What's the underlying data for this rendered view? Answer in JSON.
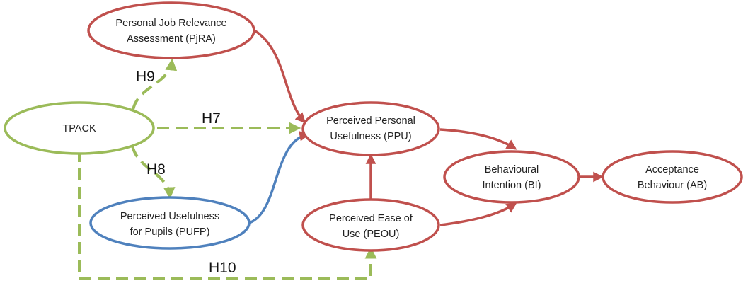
{
  "colors": {
    "red": "#c0504d",
    "green": "#9bbb59",
    "blue": "#4f81bd",
    "node_fill": "#ffffff"
  },
  "nodes": {
    "pjra": {
      "lines": [
        "Personal Job Relevance",
        "Assessment (PjRA)"
      ]
    },
    "tpack": {
      "lines": [
        "TPACK"
      ]
    },
    "pufp": {
      "lines": [
        "Perceived Usefulness",
        "for Pupils (PUFP)"
      ]
    },
    "ppu": {
      "lines": [
        "Perceived Personal",
        "Usefulness (PPU)"
      ]
    },
    "peou": {
      "lines": [
        "Perceived Ease of",
        "Use (PEOU)"
      ]
    },
    "bi": {
      "lines": [
        "Behavioural",
        "Intention (BI)"
      ]
    },
    "ab": {
      "lines": [
        "Acceptance",
        "Behaviour (AB)"
      ]
    }
  },
  "hypotheses": {
    "h7": "H7",
    "h8": "H8",
    "h9": "H9",
    "h10": "H10"
  }
}
